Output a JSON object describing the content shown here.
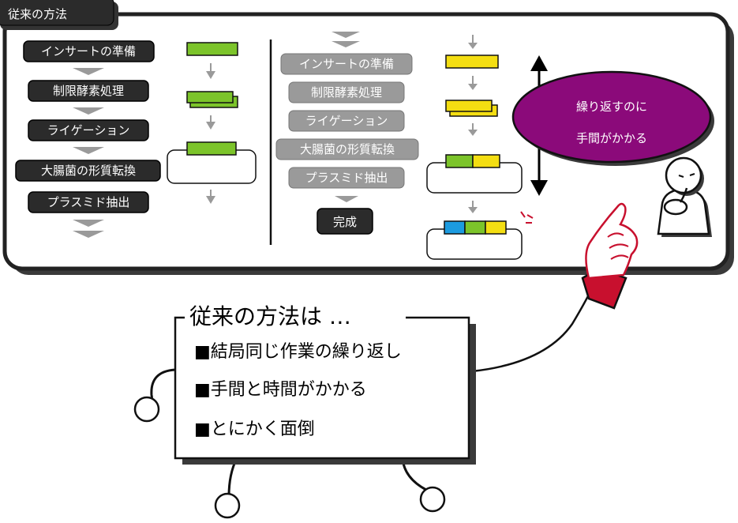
{
  "panel": {
    "label": "従来の方法",
    "left_steps": [
      "インサートの準備",
      "制限酵素処理",
      "ライゲーション",
      "大腸菌の形質転換",
      "プラスミド抽出"
    ],
    "right_steps": [
      "インサートの準備",
      "制限酵素処理",
      "ライゲーション",
      "大腸菌の形質転換",
      "プラスミド抽出"
    ],
    "complete_label": "完成"
  },
  "bubble": {
    "line1": "繰り返すのに",
    "line2": "手間がかかる"
  },
  "card": {
    "title": "従来の方法は …",
    "bullets": [
      "■結局同じ作業の繰り返し",
      "■手間と時間がかかる",
      "■とにかく面倒"
    ]
  },
  "colors": {
    "green": "#7cc42a",
    "yellow": "#f4de12",
    "blue": "#1c9be0",
    "purple": "#8b0a7a",
    "red": "#c8102e"
  }
}
